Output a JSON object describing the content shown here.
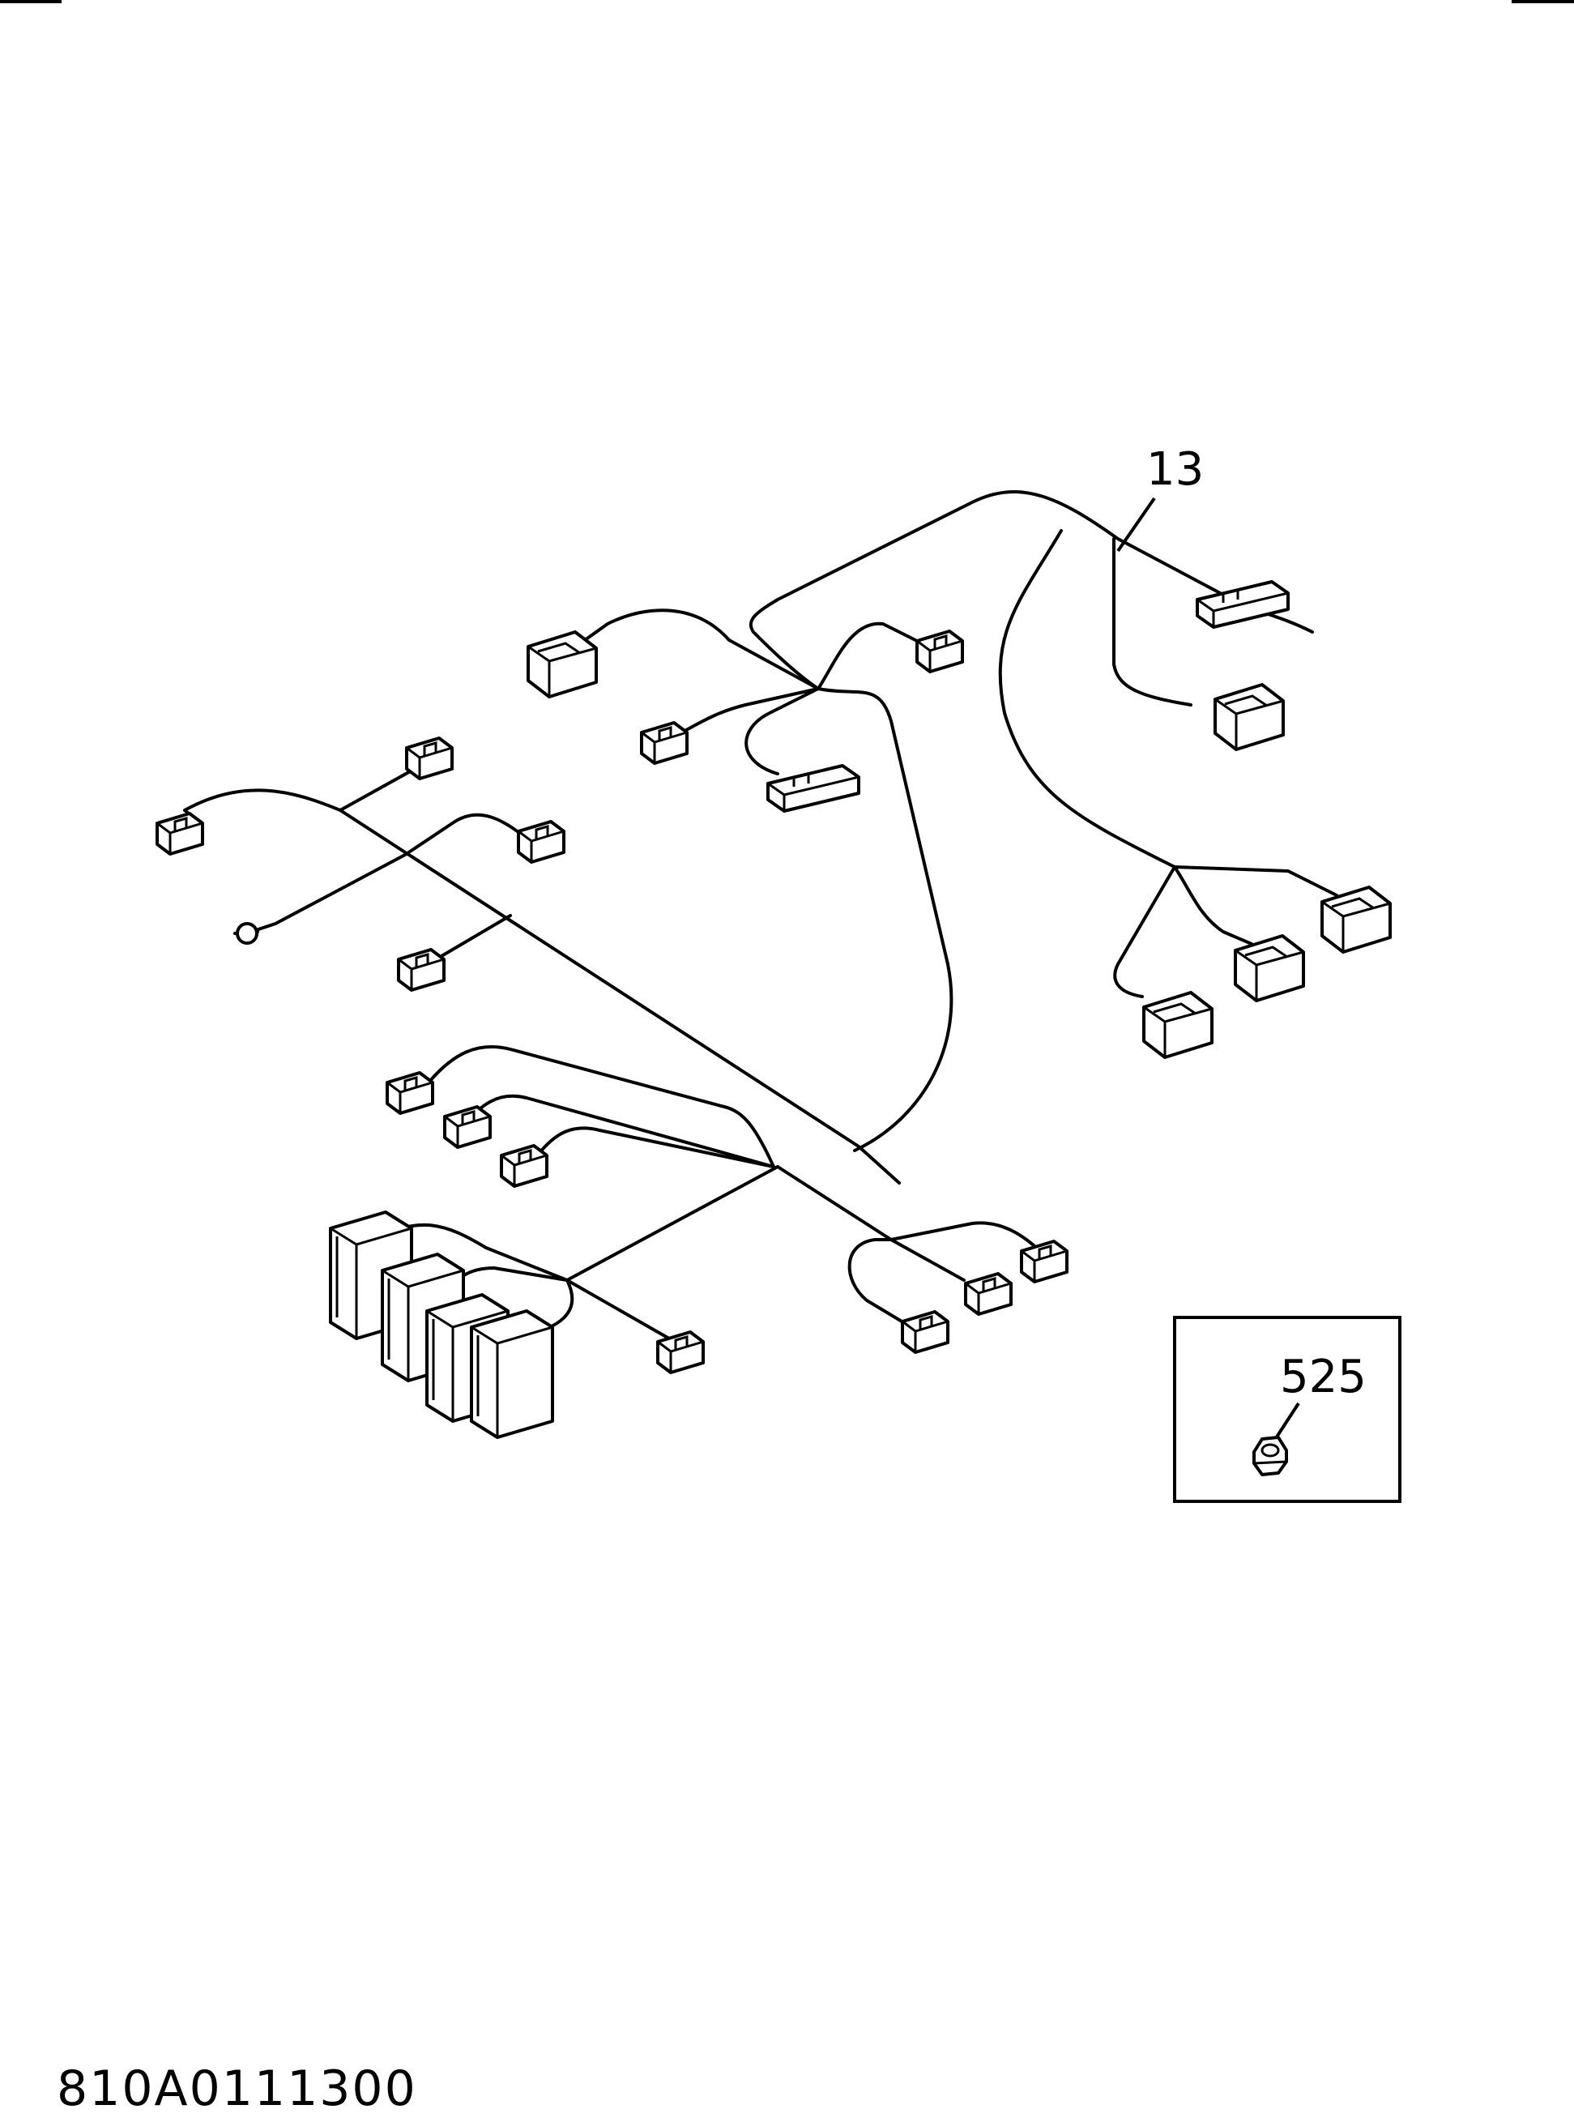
{
  "callouts": {
    "harness": "13",
    "nut": "525"
  },
  "drawing_number": "810A0111300",
  "colors": {
    "ink": "#000000",
    "paper": "#ffffff"
  }
}
